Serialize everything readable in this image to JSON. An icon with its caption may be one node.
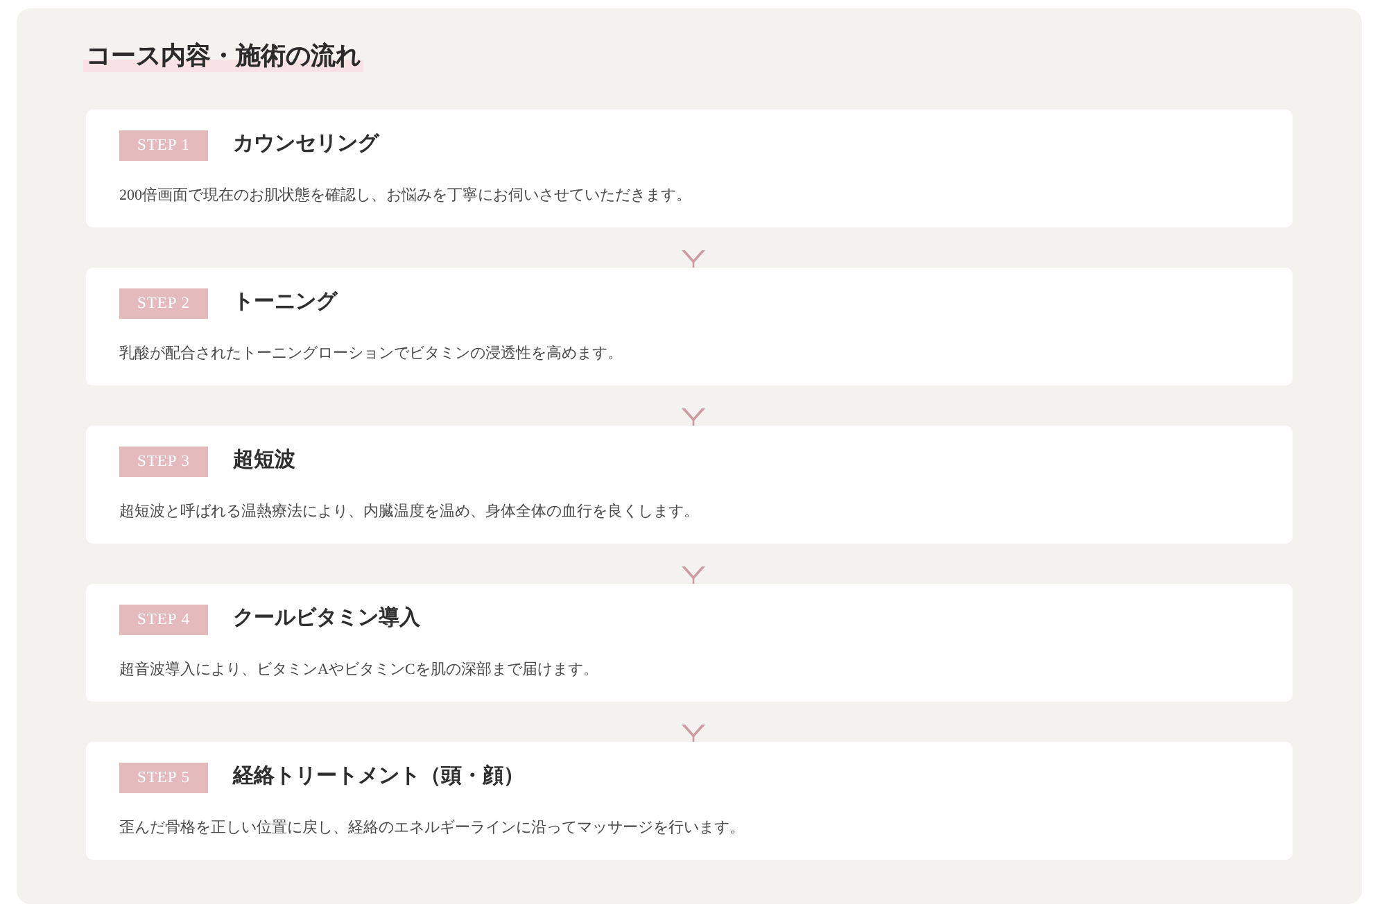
{
  "diagram": {
    "title": "コース内容・施術の流れ",
    "nodes": [
      {
        "text": [
          "カウンセリング",
          "200倍画面で現在のお肌状態を確認し、お悩みを丁寧にお伺いさせていただきます。"
        ]
      },
      {
        "text": [
          "STEP 1"
        ],
        "in": 0
      },
      {
        "text": [
          "トーニング",
          "乳酸が配合されたトーニングローションでビタミンの浸透性を高めます。"
        ]
      },
      {
        "text": [
          "STEP 2"
        ],
        "in": 2
      },
      {
        "text": [
          "超短波",
          "超短波と呼ばれる温熱療法により、内臓温度を温め、身体全体の血行を良くします。"
        ]
      },
      {
        "text": [
          "STEP 3"
        ],
        "in": 4
      },
      {
        "text": [
          "クールビタミン導入",
          "超音波導入により、ビタミンAやビタミンCを肌の深部まで届けます。"
        ]
      },
      {
        "text": [
          "STEP 4"
        ],
        "in": 6
      },
      {
        "text": [
          "経絡トリートメント（頭・顔）",
          "歪んだ骨格を正しい位置に戻し、経絡のエネルギーラインに沿ってマッサージを行います。"
        ]
      },
      {
        "text": [
          "STEP 5"
        ],
        "in": 8
      }
    ],
    "edges": [
      {
        "from": 0,
        "to": 2,
        "arrow": "to"
      },
      {
        "from": 2,
        "to": 4,
        "arrow": "to"
      },
      {
        "from": 4,
        "to": 6,
        "arrow": "to"
      },
      {
        "from": 6,
        "to": 8,
        "arrow": "to"
      }
    ]
  }
}
